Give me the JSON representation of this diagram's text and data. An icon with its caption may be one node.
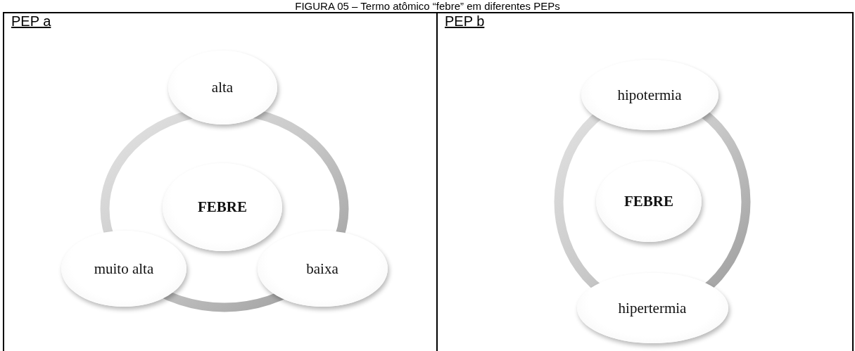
{
  "diagram": {
    "title": "FIGURA 05 – Termo atômico “febre” em diferentes PEPs",
    "nodes": [
      {
        "text": [
          "PEP a"
        ]
      },
      {
        "text": [
          "alta"
        ],
        "in": 0
      },
      {
        "text": [
          "FEBRE"
        ],
        "in": 0
      },
      {
        "text": [
          "muito alta"
        ],
        "in": 0
      },
      {
        "text": [
          "baixa"
        ],
        "in": 0
      },
      {
        "text": [
          "PEP b"
        ]
      },
      {
        "text": [
          "hipotermia"
        ],
        "in": 5
      },
      {
        "text": [
          "FEBRE"
        ],
        "in": 5
      },
      {
        "text": [
          "hipertermia"
        ],
        "in": 5
      }
    ]
  }
}
